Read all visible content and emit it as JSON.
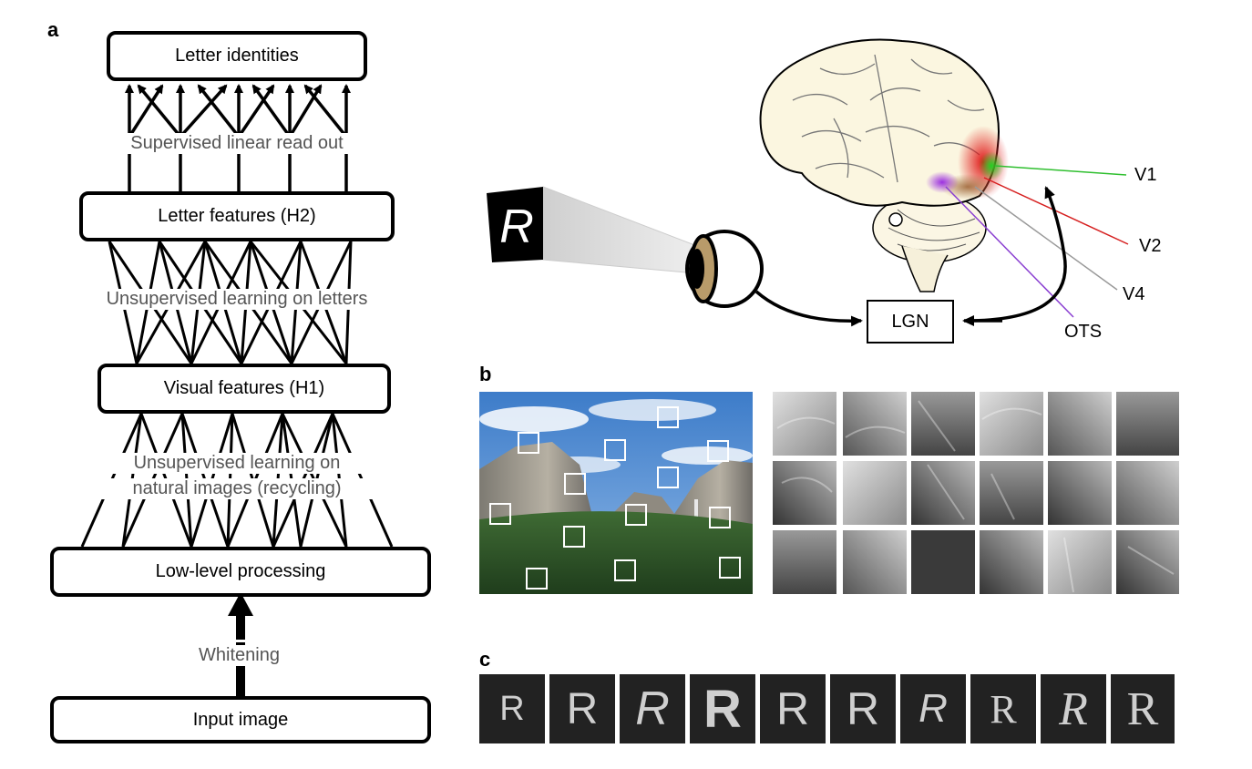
{
  "panel_labels": {
    "a": "a",
    "b": "b",
    "c": "c"
  },
  "network": {
    "boxes": {
      "letter_identities": "Letter identities",
      "letter_features": "Letter features (H2)",
      "visual_features": "Visual features (H1)",
      "low_level": "Low-level processing",
      "input_image": "Input image"
    },
    "captions": {
      "readout": "Supervised linear read out",
      "letters": "Unsupervised learning on letters",
      "natural_1": "Unsupervised learning on",
      "natural_2": "natural images (recycling)",
      "whitening": "Whitening"
    }
  },
  "brain": {
    "stimulus_letter": "R",
    "lgn": "LGN",
    "areas": {
      "v1": "V1",
      "v2": "V2",
      "v4": "V4",
      "ots": "OTS"
    },
    "colors": {
      "v1": "#2fbf2f",
      "v2": "#d61f1f",
      "v4": "#999999",
      "ots": "#8a3fd1"
    }
  },
  "letters_row": [
    {
      "char": "R",
      "font": "sans"
    },
    {
      "char": "R",
      "font": "sans"
    },
    {
      "char": "R",
      "font": "sans-italic"
    },
    {
      "char": "R",
      "font": "sans-bold"
    },
    {
      "char": "R",
      "font": "sans"
    },
    {
      "char": "R",
      "font": "sans"
    },
    {
      "char": "R",
      "font": "sans-italic"
    },
    {
      "char": "R",
      "font": "serif"
    },
    {
      "char": "R",
      "font": "serif-italic"
    },
    {
      "char": "R",
      "font": "serif"
    }
  ]
}
